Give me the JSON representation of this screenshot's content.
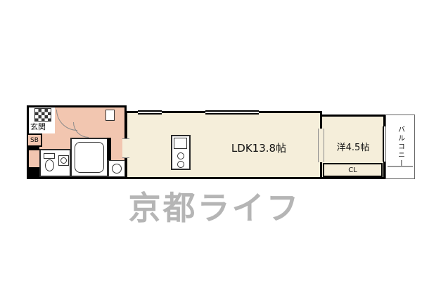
{
  "floorplan": {
    "labels": {
      "entrance": "玄関",
      "shoe_box": "SB",
      "ldk": "LDK13.8帖",
      "western_room": "洋4.5帖",
      "closet": "CL",
      "balcony": "バルコニー"
    },
    "watermark": "京都ライフ",
    "colors": {
      "room_fill": "#f5eeda",
      "corridor_fill": "#f2c6b0",
      "wall": "#000000",
      "watermark_gray": "#a3a3a3"
    }
  }
}
